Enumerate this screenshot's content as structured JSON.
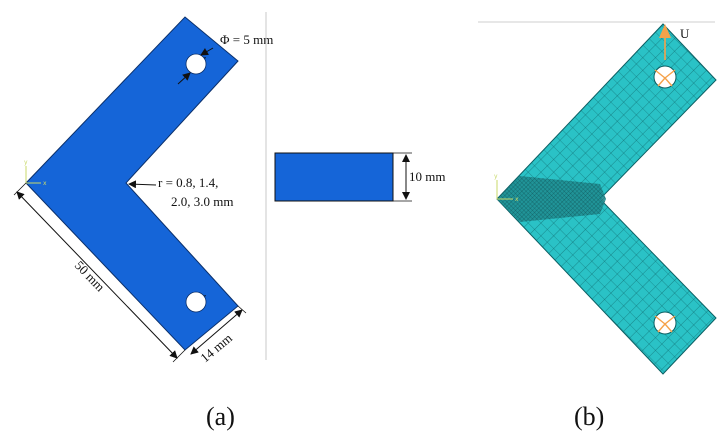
{
  "colors": {
    "part": "#1565d8",
    "part_edge": "#0a2f6a",
    "mesh": "#2ac2c6",
    "mesh_line": "#0b5f63",
    "mesh_dense": "#0d3f43",
    "bc_marker": "#f5a24a",
    "divider": "#c8c8c8"
  },
  "icons": {
    "axis_triad": "axis-triad-icon",
    "load_arrow": "load-arrow-icon",
    "boundary_condition": "boundary-condition-icon"
  },
  "panel_a": {
    "hole_diameter": "Φ = 5 mm",
    "radius_line1": "r = 0.8, 1.4,",
    "radius_line2": "2.0, 3.0 mm",
    "length": "50 mm",
    "width": "14 mm",
    "thickness": "10 mm",
    "caption": "(a)"
  },
  "panel_b": {
    "load_label": "U",
    "caption": "(b)"
  }
}
